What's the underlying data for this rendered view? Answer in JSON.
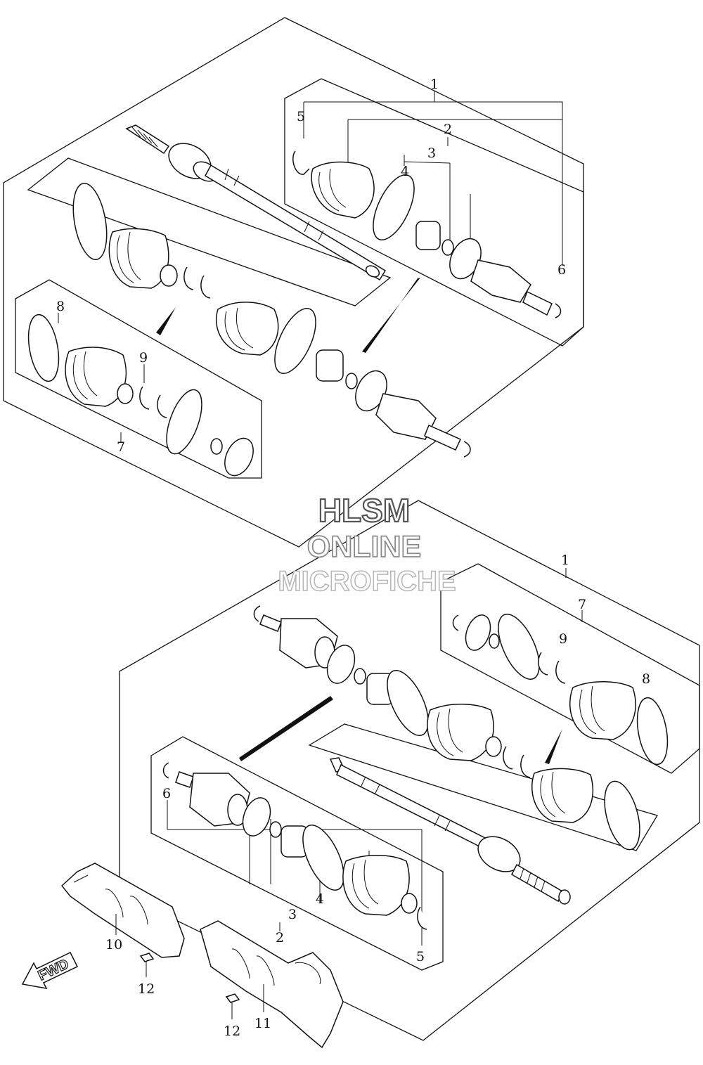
{
  "callouts": {
    "top": {
      "c1": "1",
      "c2": "2",
      "c3": "3",
      "c4": "4",
      "c5": "5",
      "c6": "6",
      "c7": "7",
      "c8": "8",
      "c9": "9"
    },
    "bottom": {
      "c1": "1",
      "c2": "2",
      "c3": "3",
      "c4": "4",
      "c5": "5",
      "c6": "6",
      "c7": "7",
      "c8": "8",
      "c9": "9",
      "c10": "10",
      "c11": "11",
      "c12a": "12",
      "c12b": "12"
    }
  },
  "watermark": {
    "line1": "HLSM",
    "line2": "ONLINE",
    "line3": "MICROFICHE"
  },
  "direction_arrow": {
    "label": "FWD"
  },
  "icons": {
    "direction": "fwd-arrow-icon"
  },
  "colors": {
    "line": "#111111",
    "background": "#ffffff"
  }
}
